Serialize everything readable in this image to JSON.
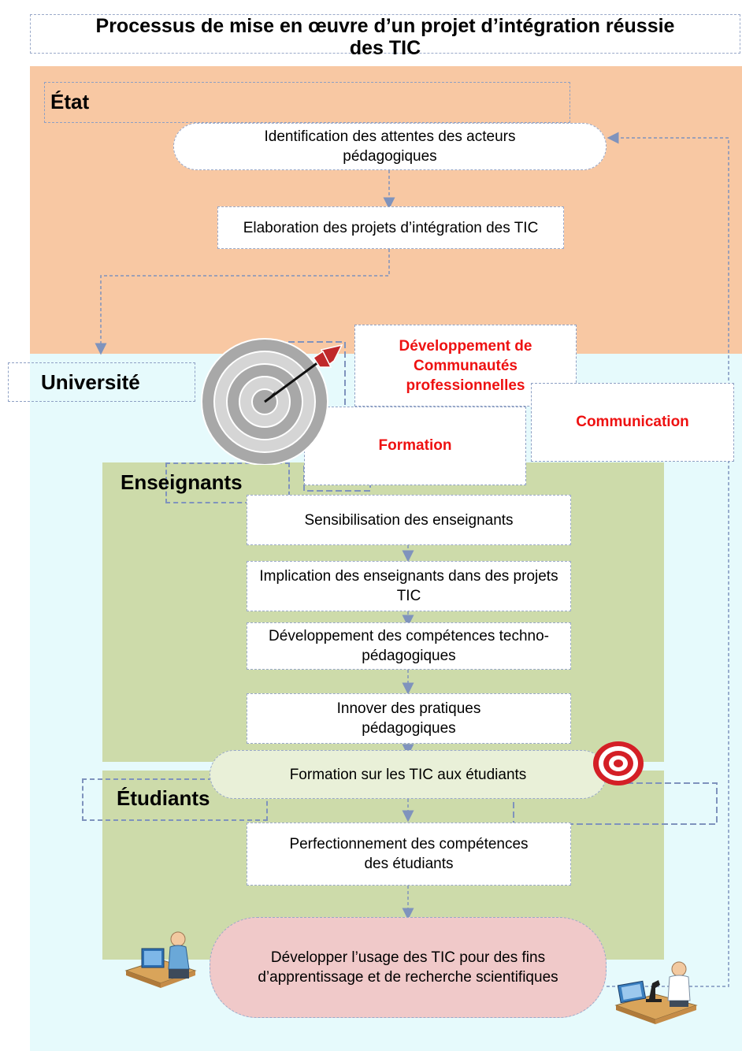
{
  "title": "Processus de mise en œuvre d’un projet d’intégration réussie des TIC",
  "zones": {
    "etat": "État",
    "universite": "Université",
    "enseignants": "Enseignants",
    "etudiants": "Étudiants"
  },
  "nodes": {
    "identification": "Identification des attentes des acteurs pédagogiques",
    "elaboration": "Elaboration des projets d’intégration des TIC",
    "sensibilisation": "Sensibilisation des enseignants",
    "implication": "Implication des enseignants dans des projets TIC",
    "developpement_competences": "Développement des compétences techno-pédagogiques",
    "innover": "Innover des pratiques pédagogiques",
    "formation_etudiants": "Formation sur les TIC aux étudiants",
    "perfectionnement": "Perfectionnement des compétences des étudiants",
    "developper_usage": "Développer l’usage des TIC pour des fins d’apprentissage et de recherche scientifiques"
  },
  "callouts": {
    "communautes": "Développement de Communautés professionnelles",
    "formation": "Formation",
    "communication": "Communication"
  },
  "icons": {
    "target_large": "archery-target-with-arrow-icon",
    "target_small": "red-target-icon",
    "person_computer": "person-at-computer-icon",
    "person_microscope": "person-with-microscope-icon"
  },
  "colors": {
    "etat_bg": "#f8c8a3",
    "universite_bg": "#e6fafc",
    "groups_bg": "#cddbaa",
    "callout_text": "#ee1111",
    "final_node_bg": "#f0c9c9",
    "formation_node_bg": "#e9f0d8",
    "connector": "#7f93bd"
  }
}
